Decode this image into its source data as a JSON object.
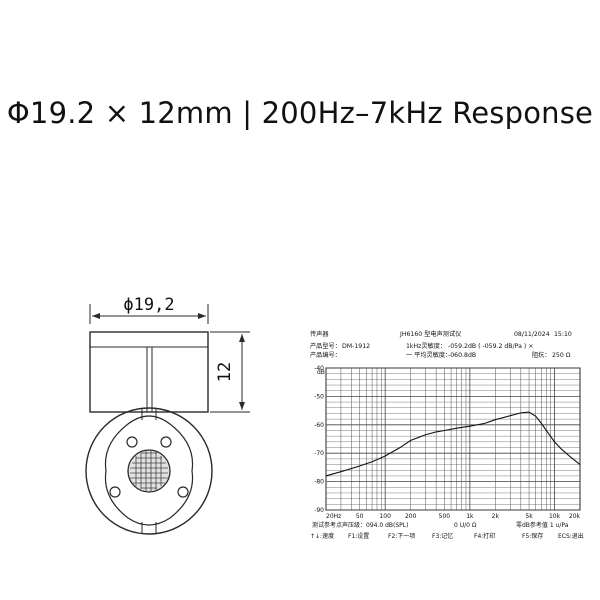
{
  "headline": "Φ19.2 × 12mm | 200Hz–7kHz Response",
  "drawing": {
    "diameter_label": "ϕ19,2",
    "height_label": "12"
  },
  "chart_header": {
    "left": "传声器",
    "center": "JH6160 型电声测试仪",
    "date": "08/11/2024",
    "time": "15:10",
    "product_model_label": "产品型号：",
    "product_model": "DM-1912",
    "sensitivity_label": "1kHz灵敏度：",
    "sensitivity": "-059.2dB ( -059.2 dB/Pa ) ×",
    "product_no_label": "产品编号：",
    "avg_sensitivity_label": "一 平均灵敏度：",
    "avg_sensitivity": "-060.8dB",
    "impedance_label": "阻抗：",
    "impedance": "250 Ω"
  },
  "chart_footer": {
    "ref_level_label": "测试参考点声压级：",
    "ref_level": "094.0 dB(SPL)",
    "uo": "0 U/0 Ω",
    "zero_db": "零dB参考值 1 u/Pa",
    "keys": [
      "↑↓:速度",
      "F1:设置",
      "F2:下一项",
      "F3:记忆",
      "F4:打印",
      "F5:保存",
      "ECS:退出"
    ]
  },
  "chart_data": {
    "type": "line",
    "xscale": "log",
    "xlim": [
      20,
      20000
    ],
    "ylim": [
      -90,
      -40
    ],
    "xlabel": "",
    "ylabel": "dB",
    "y_ticks": [
      "-40",
      "-50",
      "-60",
      "-70",
      "-80",
      "-90"
    ],
    "x_ticks": [
      {
        "v": 20,
        "label": "20Hz"
      },
      {
        "v": 50,
        "label": "50"
      },
      {
        "v": 100,
        "label": "100"
      },
      {
        "v": 200,
        "label": "200"
      },
      {
        "v": 500,
        "label": "500"
      },
      {
        "v": 1000,
        "label": "1k"
      },
      {
        "v": 2000,
        "label": "2k"
      },
      {
        "v": 5000,
        "label": "5k"
      },
      {
        "v": 10000,
        "label": "10k"
      },
      {
        "v": 20000,
        "label": "20k"
      }
    ],
    "series": [
      {
        "points": [
          [
            20,
            -78
          ],
          [
            30,
            -76.5
          ],
          [
            50,
            -74.5
          ],
          [
            70,
            -73
          ],
          [
            100,
            -71
          ],
          [
            150,
            -68
          ],
          [
            200,
            -65.5
          ],
          [
            300,
            -63.5
          ],
          [
            400,
            -62.5
          ],
          [
            500,
            -62
          ],
          [
            700,
            -61.2
          ],
          [
            1000,
            -60.5
          ],
          [
            1500,
            -59.5
          ],
          [
            2000,
            -58.2
          ],
          [
            3000,
            -56.8
          ],
          [
            4000,
            -55.8
          ],
          [
            5000,
            -55.5
          ],
          [
            6000,
            -57
          ],
          [
            7000,
            -59.5
          ],
          [
            8000,
            -62
          ],
          [
            10000,
            -66
          ],
          [
            12000,
            -68.5
          ],
          [
            15000,
            -71
          ],
          [
            20000,
            -74
          ]
        ]
      }
    ]
  },
  "colors": {
    "ink": "#111111",
    "drawing_line": "#2a2a2a",
    "grid": "#444444"
  }
}
